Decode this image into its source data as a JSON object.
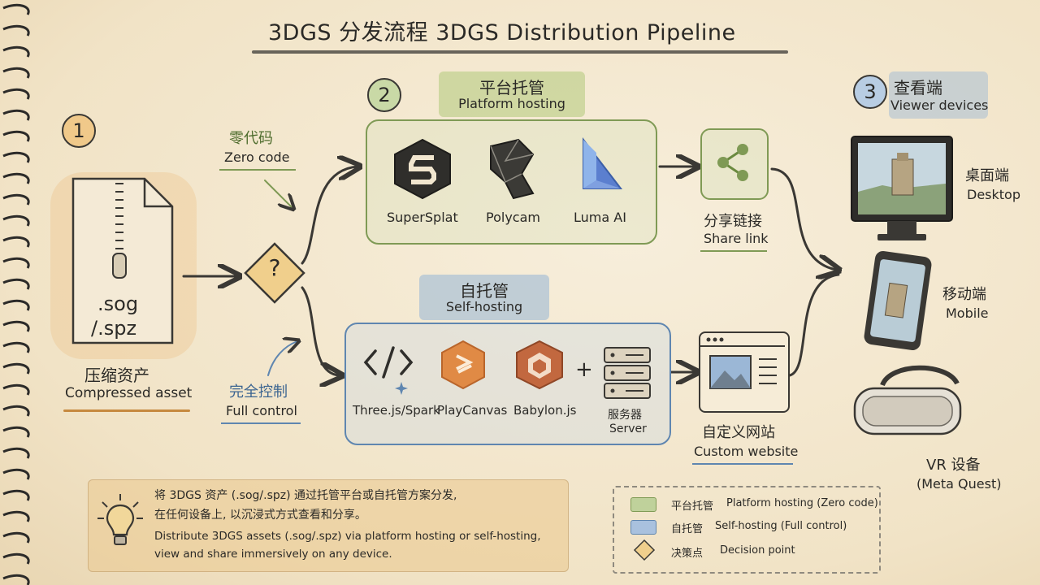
{
  "title": "3DGS 分发流程  3DGS Distribution Pipeline",
  "steps": {
    "one": "1",
    "two": "2",
    "three": "3"
  },
  "asset": {
    "file_line1": ".sog",
    "file_line2": "/.spz",
    "label_cn": "压缩资产",
    "label_en": "Compressed asset"
  },
  "decision": {
    "symbol": "?",
    "zero_code_cn": "零代码",
    "zero_code_en": "Zero code",
    "full_control_cn": "完全控制",
    "full_control_en": "Full control"
  },
  "platform": {
    "title_cn": "平台托管",
    "title_en": "Platform hosting",
    "items": [
      "SuperSplat",
      "Polycam",
      "Luma AI"
    ]
  },
  "self": {
    "title_cn": "自托管",
    "title_en": "Self-hosting",
    "items": [
      "Three.js/Spark",
      "PlayCanvas",
      "Babylon.js"
    ],
    "plus": "+",
    "server_cn": "服务器",
    "server_en": "Server"
  },
  "share": {
    "cn": "分享链接",
    "en": "Share link"
  },
  "website": {
    "cn": "自定义网站",
    "en": "Custom website"
  },
  "viewer": {
    "title_cn": "查看端",
    "title_en": "Viewer devices",
    "desktop_cn": "桌面端",
    "desktop_en": "Desktop",
    "mobile_cn": "移动端",
    "mobile_en": "Mobile",
    "vr_cn": "VR 设备",
    "vr_en": "(Meta Quest)"
  },
  "callout": {
    "line1": "将 3DGS 资产 (.sog/.spz) 通过托管平台或自托管方案分发,",
    "line2": "在任何设备上, 以沉浸式方式查看和分享。",
    "line3": "Distribute 3DGS assets (.sog/.spz) via platform hosting or self-hosting,",
    "line4": "view and share immersively on any device."
  },
  "legend": {
    "items": [
      {
        "cn": "平台托管",
        "en": "Platform hosting (Zero code)"
      },
      {
        "cn": "自托管",
        "en": "Self-hosting (Full control)"
      },
      {
        "cn": "决策点",
        "en": "Decision point"
      }
    ]
  },
  "colors": {
    "green": "#7f9a55",
    "blue": "#5f86b0",
    "orange": "#e9b268",
    "decision": "#f0cf8c"
  }
}
